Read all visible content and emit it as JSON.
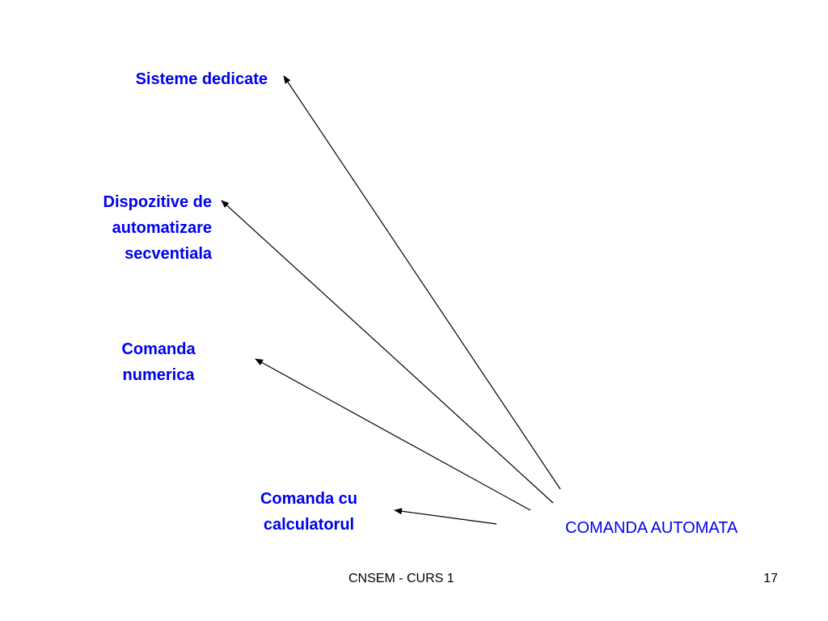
{
  "colors": {
    "label": "#0000ee",
    "arrow": "#000000",
    "footer": "#000000",
    "background": "#ffffff"
  },
  "diagram": {
    "source": "COMANDA AUTOMATA",
    "targets": {
      "sisteme": [
        "Sisteme dedicate"
      ],
      "dispozitive": [
        "Dispozitive de",
        "automatizare",
        "secventiala"
      ],
      "cnc": [
        "Comanda",
        "numerica"
      ],
      "calculator": [
        "Comanda cu",
        "calculatorul"
      ]
    }
  },
  "footer": {
    "course": "CNSEM - CURS 1",
    "page": "17"
  }
}
